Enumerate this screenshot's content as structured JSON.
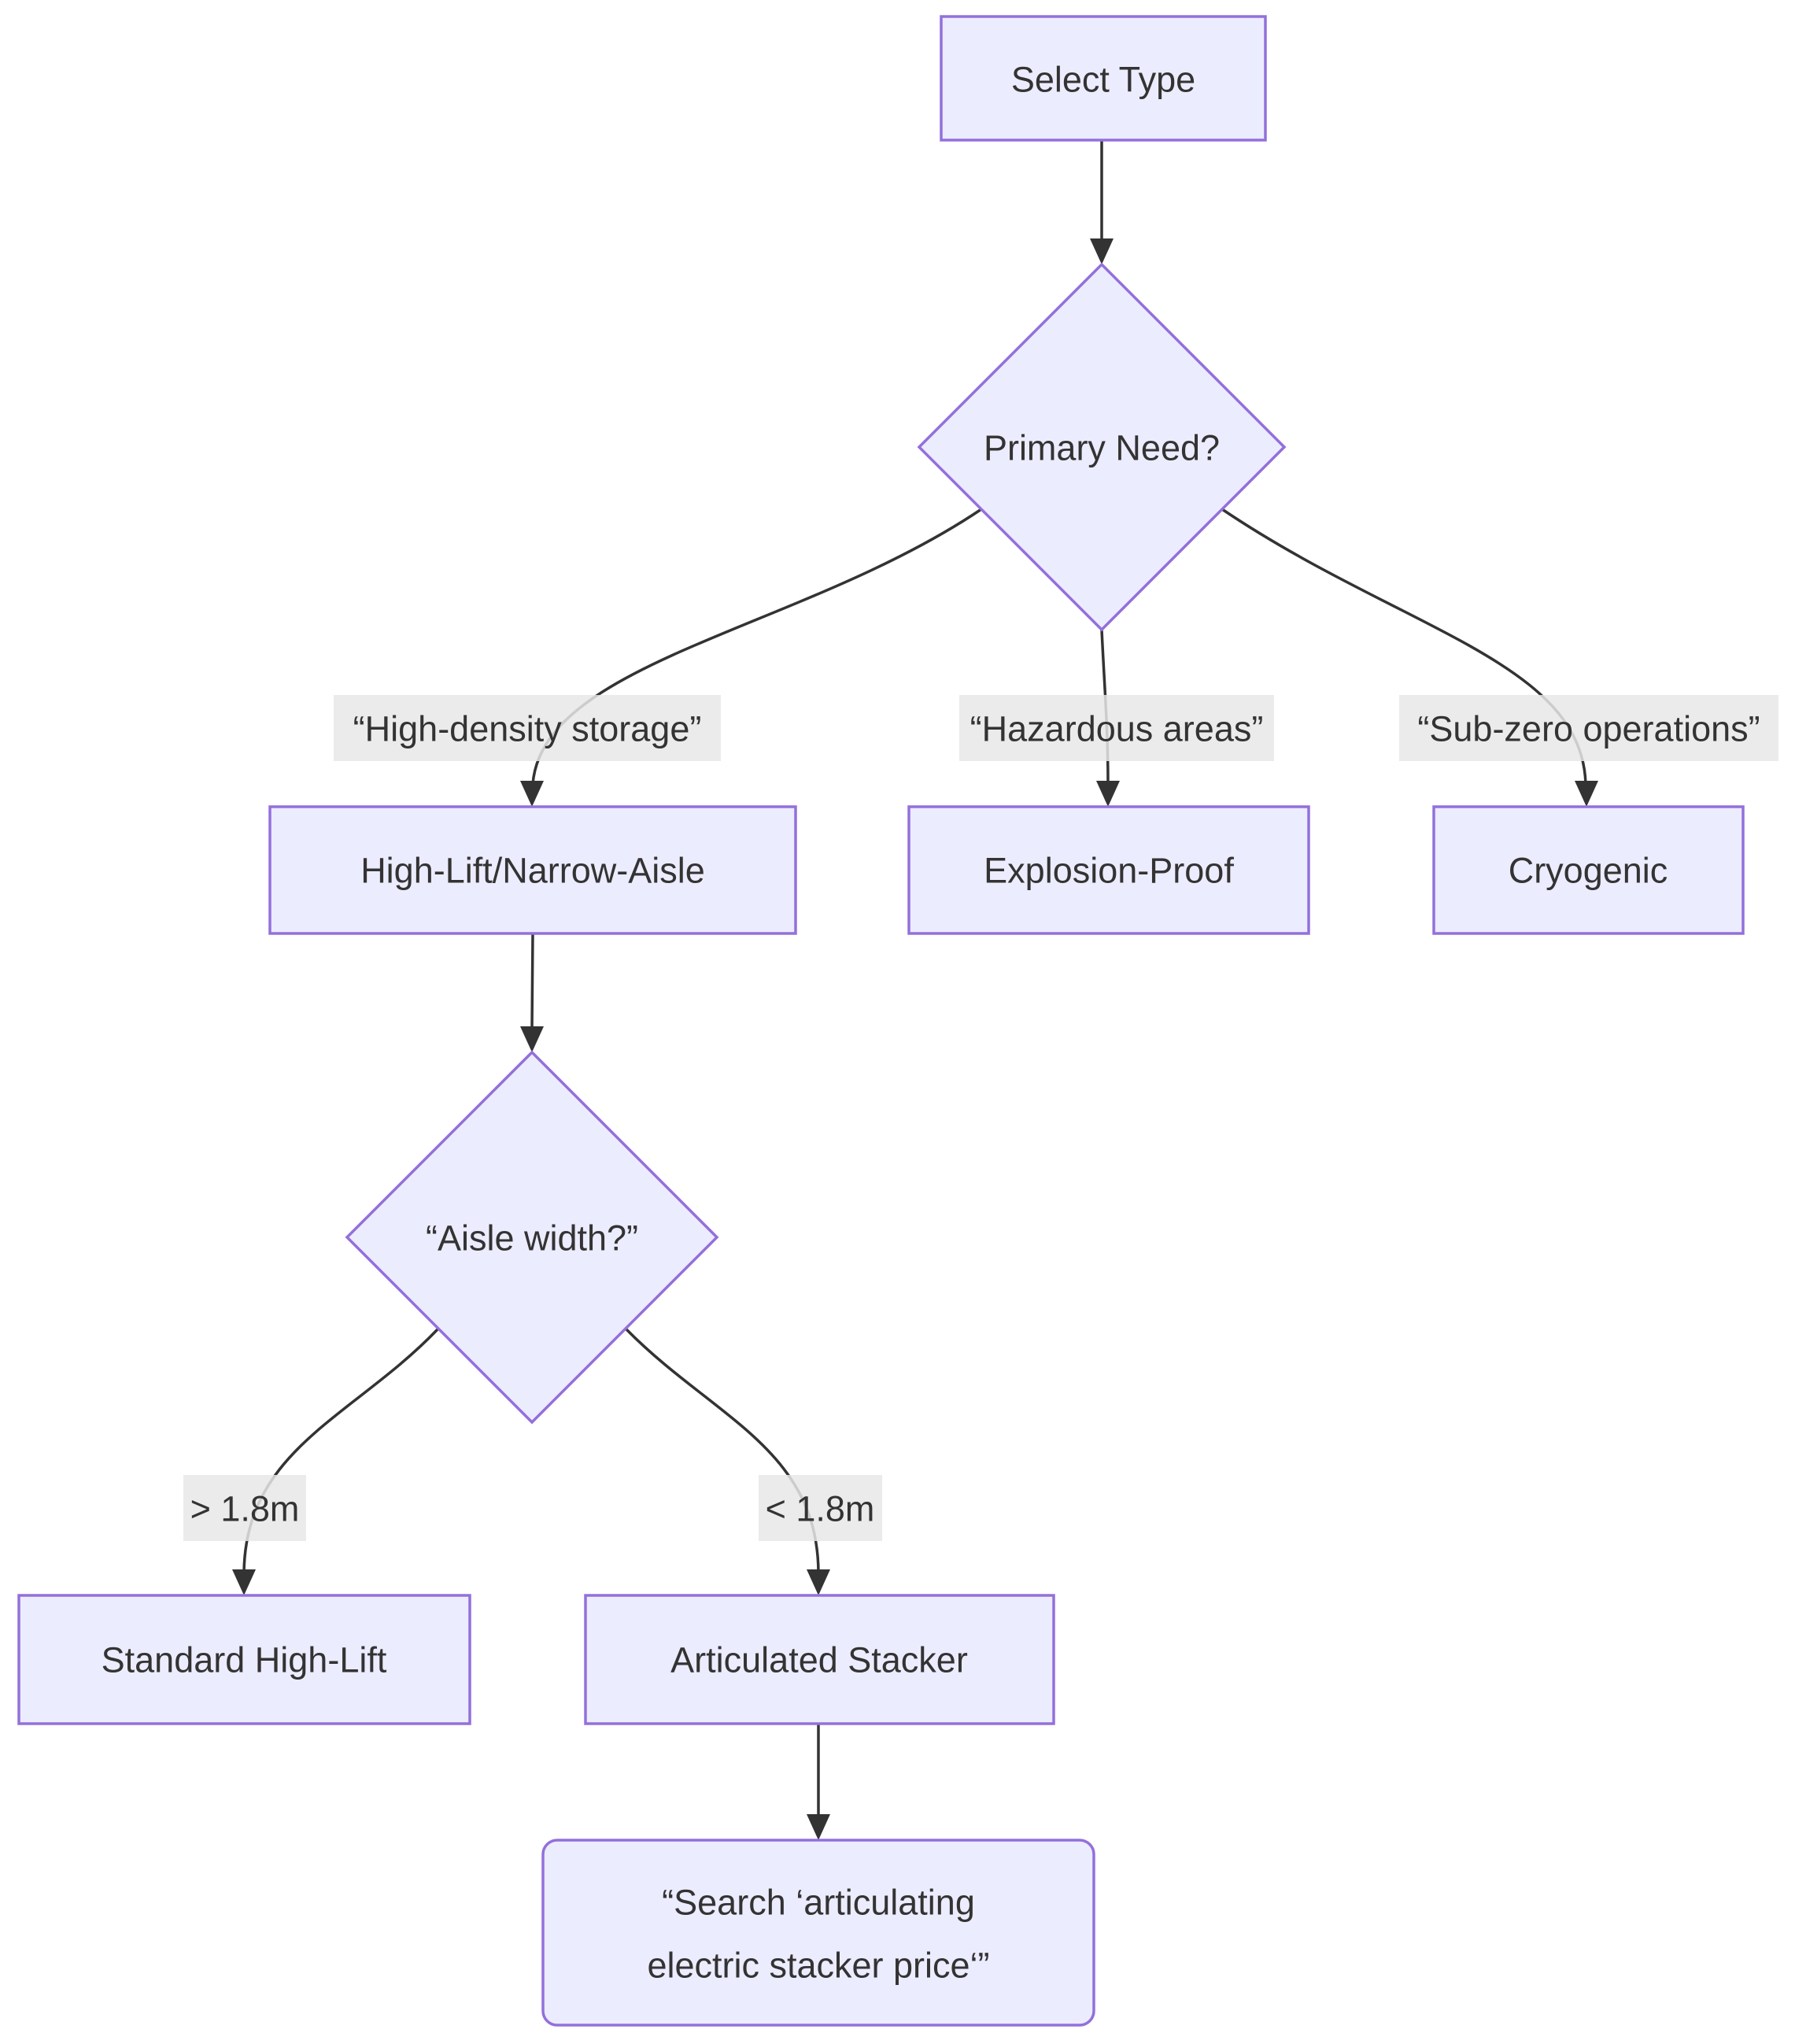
{
  "diagram": {
    "type": "flowchart",
    "direction": "top-down",
    "nodes": {
      "select_type": {
        "shape": "rect",
        "label": "Select Type"
      },
      "primary_need": {
        "shape": "diamond",
        "label": "Primary Need?"
      },
      "high_lift": {
        "shape": "rect",
        "label": "High-Lift/Narrow-Aisle"
      },
      "explosion_proof": {
        "shape": "rect",
        "label": "Explosion-Proof"
      },
      "cryogenic": {
        "shape": "rect",
        "label": "Cryogenic"
      },
      "aisle_width": {
        "shape": "diamond",
        "label": "“Aisle width?”"
      },
      "standard_high_lift": {
        "shape": "rect",
        "label": "Standard High-Lift"
      },
      "articulated_stacker": {
        "shape": "rect",
        "label": "Articulated Stacker"
      },
      "search_action": {
        "shape": "rounded-rect",
        "line1": "“Search ‘articulating",
        "line2": "electric stacker price‘”"
      }
    },
    "edges": {
      "select_to_need": {
        "from": "select_type",
        "to": "primary_need",
        "label": ""
      },
      "need_to_highlift": {
        "from": "primary_need",
        "to": "high_lift",
        "label": "“High-density storage”"
      },
      "need_to_explosion": {
        "from": "primary_need",
        "to": "explosion_proof",
        "label": "“Hazardous areas”"
      },
      "need_to_cryogenic": {
        "from": "primary_need",
        "to": "cryogenic",
        "label": "“Sub-zero operations”"
      },
      "highlift_to_aisle": {
        "from": "high_lift",
        "to": "aisle_width",
        "label": ""
      },
      "aisle_to_standard": {
        "from": "aisle_width",
        "to": "standard_high_lift",
        "label": "> 1.8m"
      },
      "aisle_to_articulated": {
        "from": "aisle_width",
        "to": "articulated_stacker",
        "label": "< 1.8m"
      },
      "articulated_to_search": {
        "from": "articulated_stacker",
        "to": "search_action",
        "label": ""
      }
    }
  },
  "theme": {
    "node-fill": "#ECECFF",
    "node-border": "#9370DB",
    "edge-color": "#333333",
    "edge-label-bg": "#e8e8e8",
    "text-color": "#333333",
    "background": "#ffffff"
  }
}
